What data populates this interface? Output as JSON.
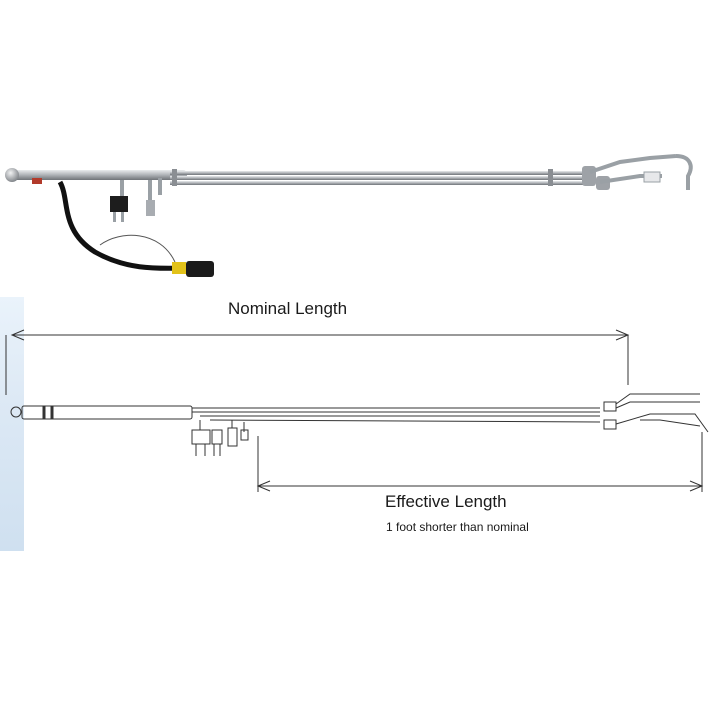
{
  "diagram": {
    "nominal_length_label": "Nominal Length",
    "effective_length_label": "Effective Length",
    "effective_length_note": "1 foot shorter than nominal"
  },
  "colors": {
    "steel": "#b9bcc0",
    "steel_dark": "#7d8186",
    "cable": "#111111",
    "connector_yellow": "#e2c21a",
    "line": "#333333"
  }
}
